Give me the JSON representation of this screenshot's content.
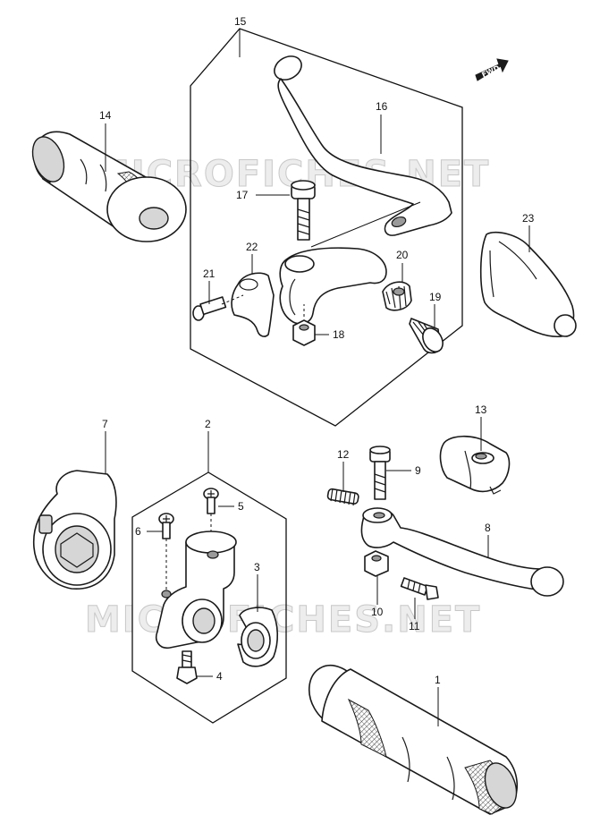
{
  "watermark": "MICROFICHES.NET",
  "fwd_label": "FWD",
  "callouts": {
    "p1": "1",
    "p2": "2",
    "p3": "3",
    "p4": "4",
    "p5": "5",
    "p6": "6",
    "p7": "7",
    "p8": "8",
    "p9": "9",
    "p10": "10",
    "p11": "11",
    "p12": "12",
    "p13": "13",
    "p14": "14",
    "p15": "15",
    "p16": "16",
    "p17": "17",
    "p18": "18",
    "p19": "19",
    "p20": "20",
    "p21": "21",
    "p22": "22",
    "p23": "23"
  }
}
